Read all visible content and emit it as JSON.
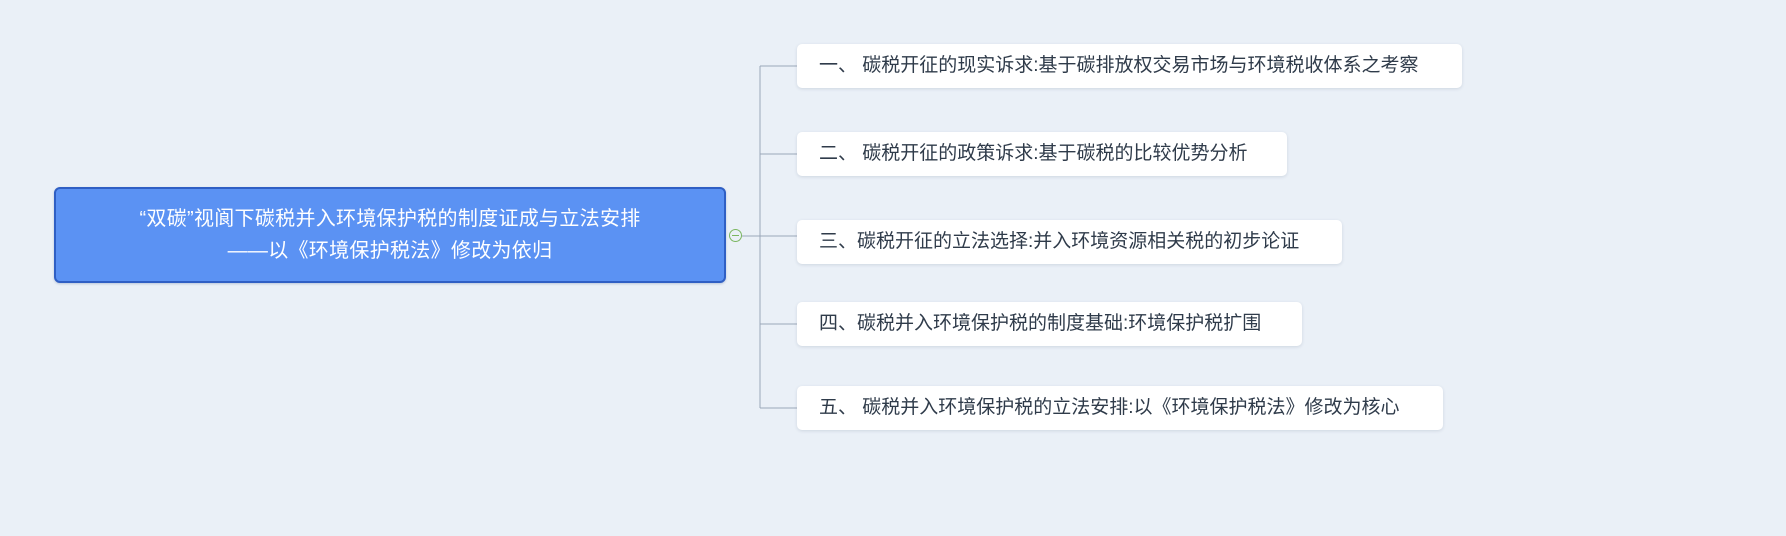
{
  "diagram": {
    "type": "mindmap",
    "orientation": "left-to-right",
    "background_color": "#eaf0f7",
    "root": {
      "line_1": "“双碳”视阆下碳税并入环境保护税的制度证成与立法安排",
      "line_2": "——以《环境保护税法》修改为依归",
      "fill_color": "#5b92f3",
      "border_color": "#2f5fc4",
      "text_color": "#ffffff"
    },
    "toggle": {
      "icon": "collapse-circle-icon",
      "state": "expanded",
      "color": "#7bb661"
    },
    "branches": [
      {
        "index": "1",
        "label": "一、 碳税开征的现实诉求:基于碳排放权交易市场与环境税收体系之考察"
      },
      {
        "index": "2",
        "label": "二、 碳税开征的政策诉求:基于碳税的比较优势分析"
      },
      {
        "index": "3",
        "label": "三、碳税开征的立法选择:并入环境资源相关税的初步论证"
      },
      {
        "index": "4",
        "label": "四、碳税并入环境保护税的制度基础:环境保护税扩围"
      },
      {
        "index": "5",
        "label": "五、 碳税并入环境保护税的立法安排:以《环境保护税法》修改为核心"
      }
    ]
  }
}
